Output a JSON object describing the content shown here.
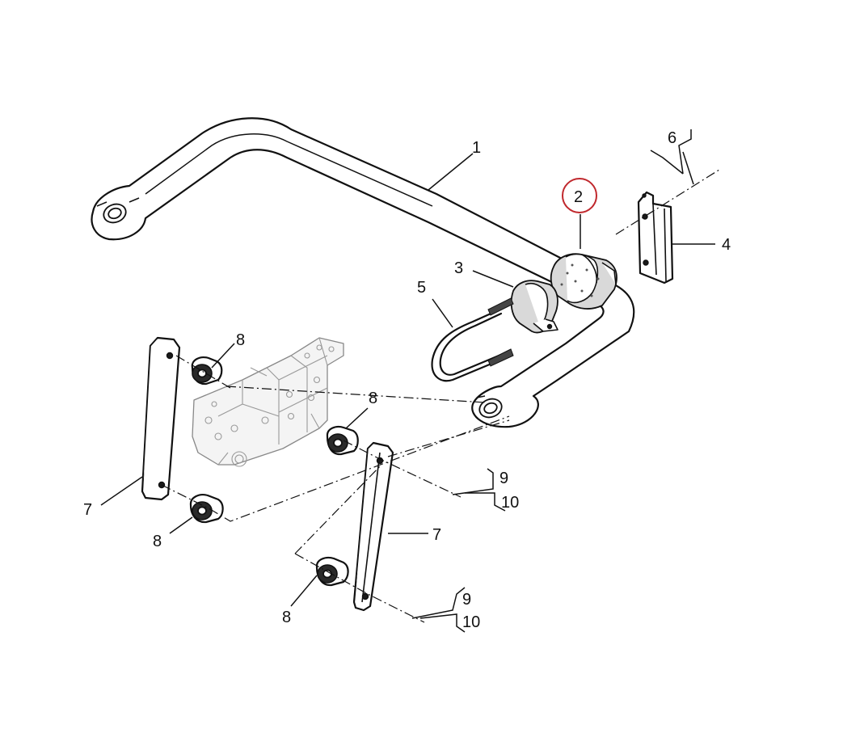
{
  "callouts": {
    "c1": "1",
    "c2": "2",
    "c3": "3",
    "c4": "4",
    "c5": "5",
    "c6": "6",
    "c7a": "7",
    "c7b": "7",
    "c8a": "8",
    "c8b": "8",
    "c8c": "8",
    "c8d": "8",
    "c9a": "9",
    "c10a": "10",
    "c9b": "9",
    "c10b": "10"
  },
  "highlighted_callout": "2",
  "colors": {
    "highlight": "#c0282d",
    "line": "#111111",
    "bracket": "#888888"
  }
}
